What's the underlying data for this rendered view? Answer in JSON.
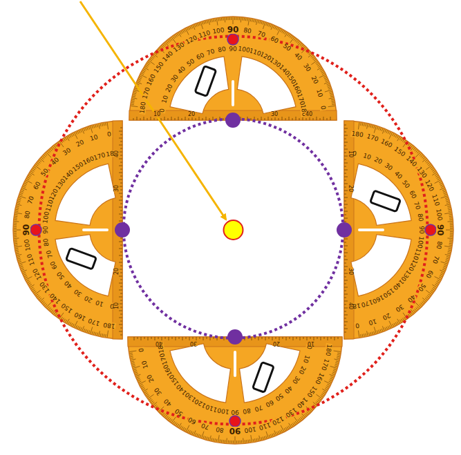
{
  "diagram": {
    "labels": [
      "0",
      "10",
      "20",
      "30",
      "40",
      "50",
      "60",
      "70",
      "80",
      "90",
      "100",
      "110",
      "120",
      "130",
      "140",
      "150",
      "160",
      "170",
      "180",
      "180",
      "170",
      "160",
      "150",
      "140",
      "130",
      "120",
      "110",
      "100",
      "90",
      "80",
      "70",
      "60",
      "50",
      "40",
      "30",
      "20",
      "10",
      "0",
      "10",
      "20",
      "30",
      "40",
      "0",
      "10",
      "20",
      "30",
      "40",
      "50",
      "60",
      "70",
      "80",
      "90",
      "100",
      "110",
      "120",
      "130",
      "140",
      "150",
      "160",
      "170",
      "180",
      "180",
      "170",
      "160",
      "150",
      "140",
      "130",
      "120",
      "110",
      "100",
      "90",
      "80",
      "70",
      "60",
      "50",
      "40",
      "30",
      "20",
      "10",
      "0",
      "10",
      "20",
      "30",
      "40",
      "0",
      "10",
      "20",
      "30",
      "40",
      "50",
      "60",
      "70",
      "80",
      "90",
      "100",
      "110",
      "120",
      "130",
      "140",
      "150",
      "160",
      "170",
      "180",
      "180",
      "170",
      "160",
      "150",
      "140",
      "130",
      "120",
      "110",
      "100",
      "90",
      "80",
      "70",
      "60",
      "50",
      "40",
      "30",
      "20",
      "10",
      "0",
      "10",
      "20",
      "30",
      "40",
      "0",
      "10",
      "20",
      "30",
      "40",
      "50",
      "60",
      "70",
      "80",
      "90",
      "100",
      "110",
      "120",
      "130",
      "140",
      "150",
      "160",
      "170",
      "180",
      "180",
      "170",
      "160",
      "150",
      "140",
      "130",
      "120",
      "110",
      "100",
      "90",
      "80",
      "70",
      "60",
      "50",
      "40",
      "30",
      "20",
      "10",
      "0",
      "10",
      "20",
      "30",
      "40"
    ]
  }
}
